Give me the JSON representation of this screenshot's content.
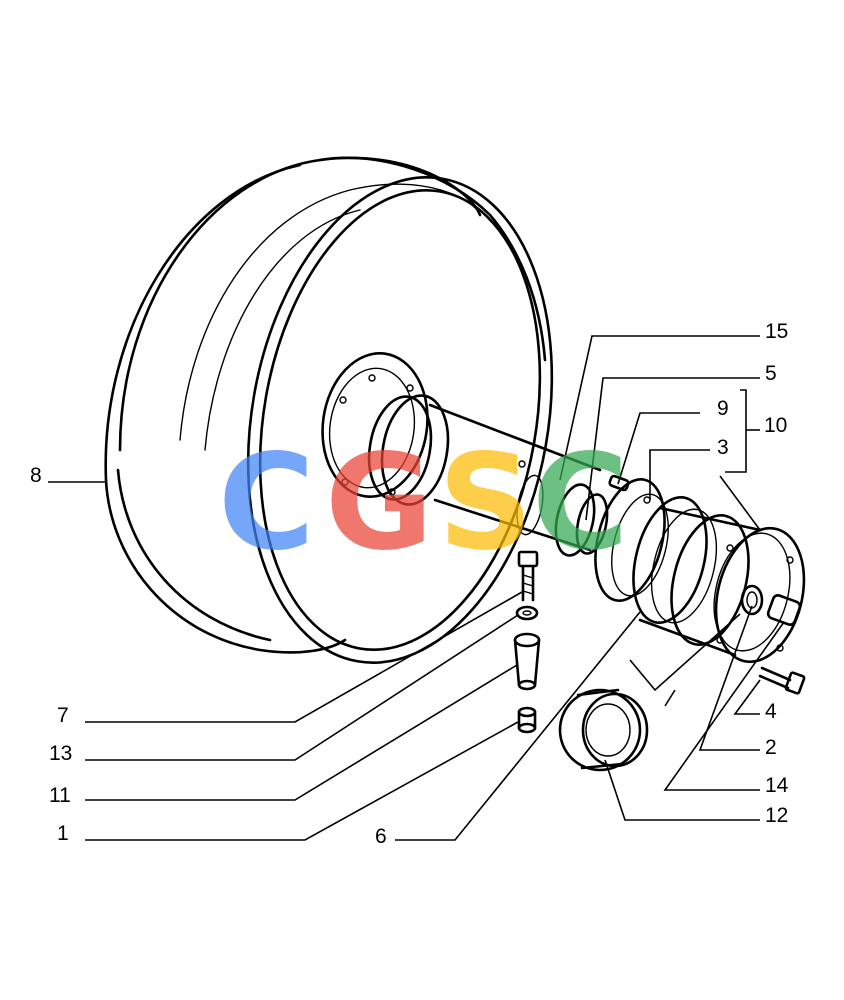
{
  "callouts": [
    {
      "id": "8",
      "label": "8"
    },
    {
      "id": "15",
      "label": "15"
    },
    {
      "id": "5",
      "label": "5"
    },
    {
      "id": "9",
      "label": "9"
    },
    {
      "id": "10",
      "label": "10"
    },
    {
      "id": "3",
      "label": "3"
    },
    {
      "id": "4",
      "label": "4"
    },
    {
      "id": "2",
      "label": "2"
    },
    {
      "id": "14",
      "label": "14"
    },
    {
      "id": "12",
      "label": "12"
    },
    {
      "id": "7",
      "label": "7"
    },
    {
      "id": "13",
      "label": "13"
    },
    {
      "id": "11",
      "label": "11"
    },
    {
      "id": "1",
      "label": "1"
    },
    {
      "id": "6",
      "label": "6"
    }
  ],
  "watermark": {
    "letters": [
      "C",
      "G",
      "S",
      "C"
    ],
    "colors": [
      "#4285F4",
      "#EA4335",
      "#FBBC05",
      "#34A853"
    ]
  }
}
